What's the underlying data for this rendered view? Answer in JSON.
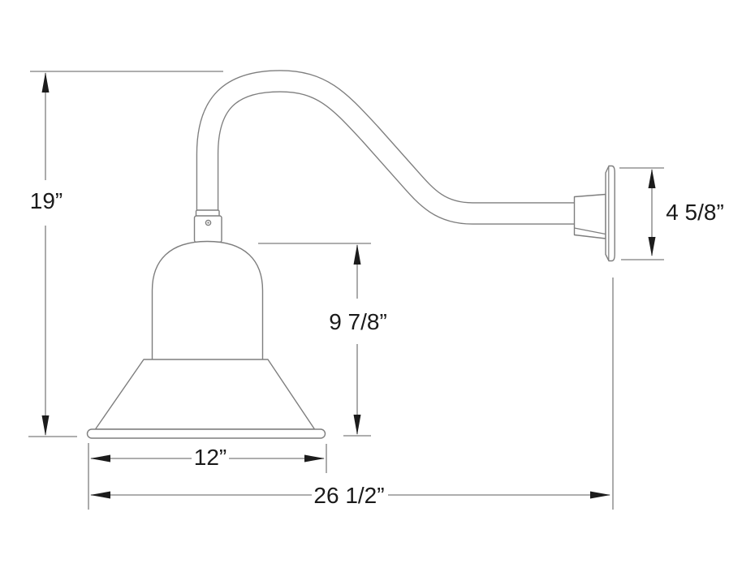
{
  "colors": {
    "background": "#ffffff",
    "outline": "#7e7e7e",
    "dimension_line": "#7e7e7e",
    "arrow": "#1c1c1c",
    "text": "#1a1a1a"
  },
  "drawing": {
    "dimensions": {
      "arm_height": {
        "label": "19”"
      },
      "shade_height": {
        "label": "9 7/8”"
      },
      "backplate_height": {
        "label": "4 5/8”"
      },
      "shade_diameter": {
        "label": "12”"
      },
      "overall_projection": {
        "label": "26 1/2”"
      }
    }
  }
}
